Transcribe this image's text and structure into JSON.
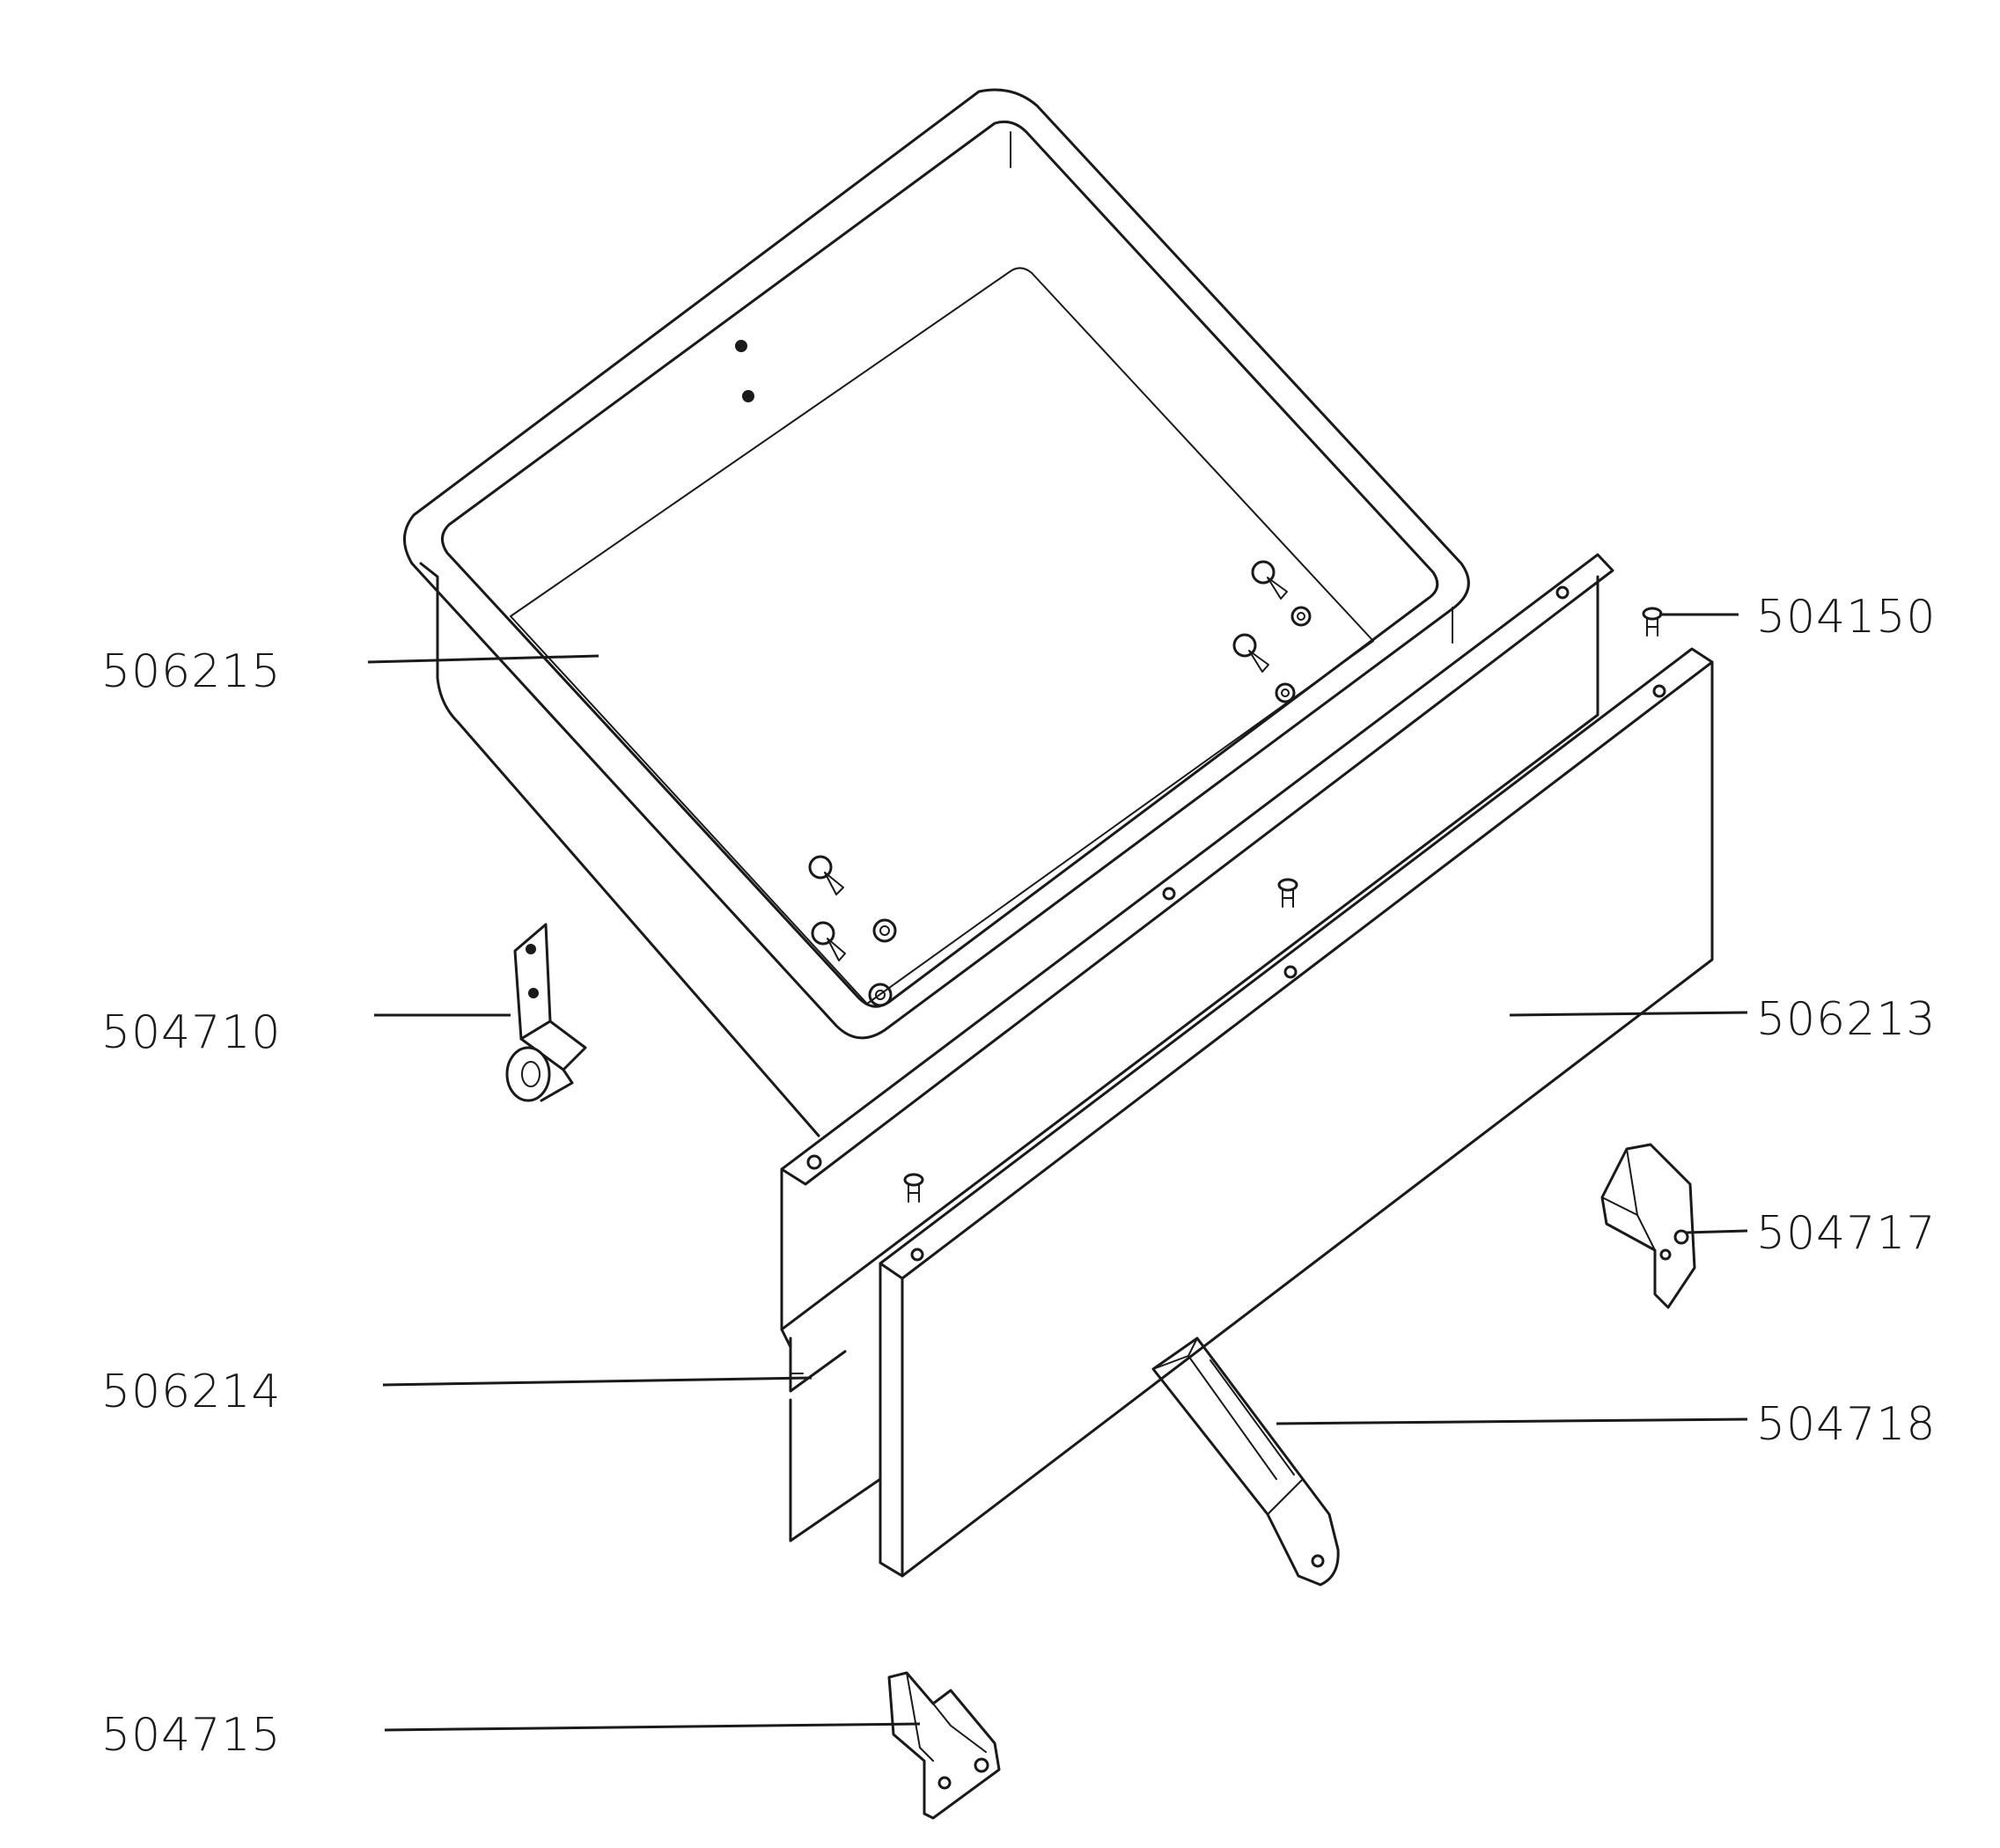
{
  "labels": {
    "p506215": "506215",
    "p504710": "504710",
    "p506214": "506214",
    "p504715": "504715",
    "p504150": "504150",
    "p506213": "506213",
    "p504717": "504717",
    "p504718": "504718"
  },
  "colors": {
    "ink": "#1a1a1a",
    "paper": "#ffffff"
  }
}
